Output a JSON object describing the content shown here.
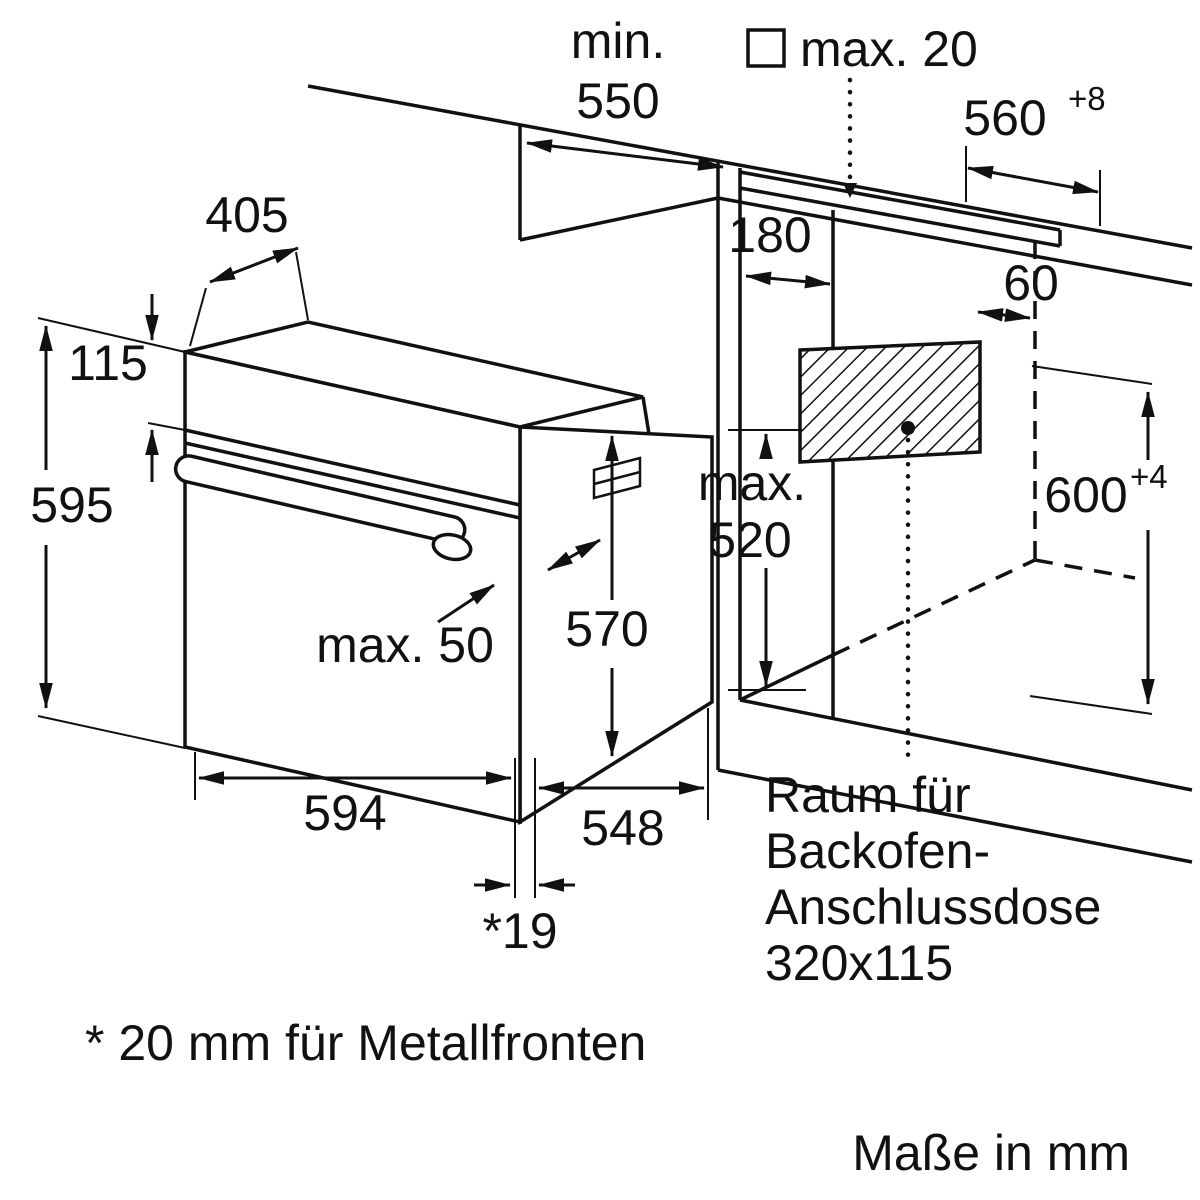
{
  "diagram": {
    "dims": {
      "min_label": "min.",
      "min_value": "550",
      "max_20": "max. 20",
      "niche_width": "560",
      "niche_width_tol": "+8",
      "d405": "405",
      "d180": "180",
      "d60": "60",
      "panel_height": "115",
      "oven_height": "595",
      "max_520_l1": "max.",
      "max_520_l2": "520",
      "niche_height": "600",
      "niche_height_tol": "+4",
      "handle_depth": "max. 50",
      "d570": "570",
      "oven_width": "594",
      "oven_depth": "548",
      "front_gap": "*19"
    },
    "notes": {
      "socket_l1": "Raum für",
      "socket_l2": "Backofen-",
      "socket_l3": "Anschlussdose",
      "socket_l4": "320x115",
      "footnote": "* 20 mm für Metallfronten",
      "units": "Maße in mm"
    }
  }
}
